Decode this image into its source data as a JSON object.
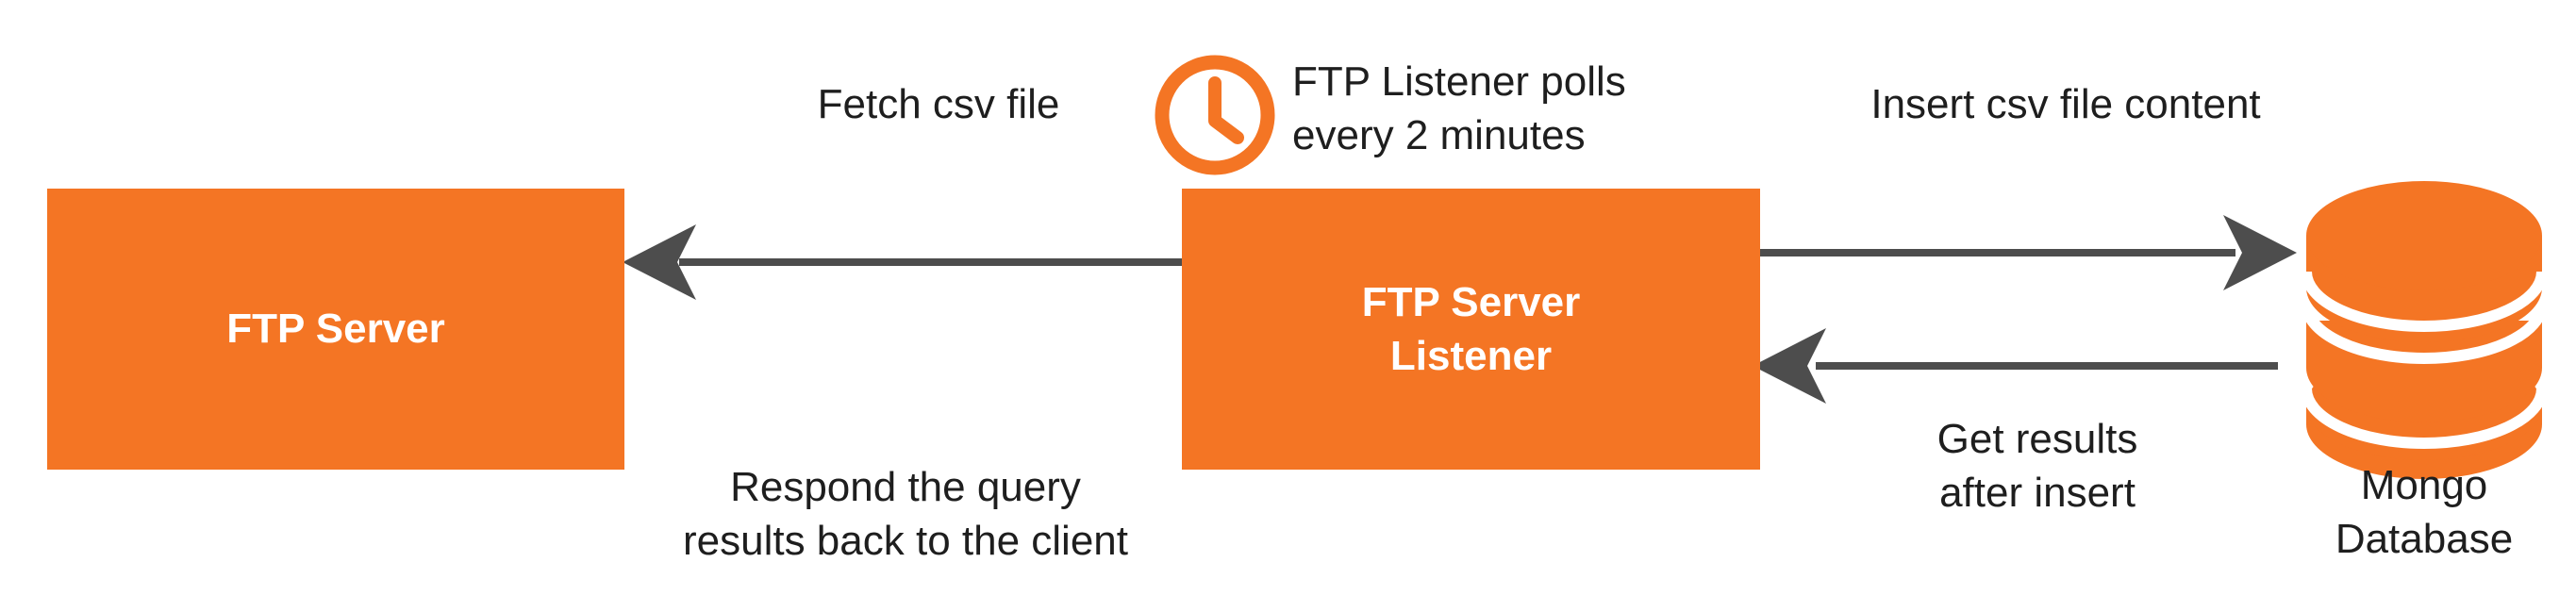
{
  "colors": {
    "accent": "#f47524",
    "arrow": "#4d4d4d",
    "text": "#1e1e1e"
  },
  "nodes": {
    "ftp_server": {
      "label": "FTP Server"
    },
    "listener": {
      "label_line1": "FTP Server",
      "label_line2": "Listener"
    },
    "database": {
      "label_line1": "Mongo",
      "label_line2": "Database",
      "icon": "database-icon"
    }
  },
  "poll_note": {
    "icon": "clock-icon",
    "line1": "FTP Listener polls",
    "line2": "every 2 minutes"
  },
  "edges": {
    "fetch": {
      "label": "Fetch csv file"
    },
    "respond": {
      "line1": "Respond the query",
      "line2": "results back to the client"
    },
    "insert": {
      "label": "Insert csv file content"
    },
    "get_results": {
      "line1": "Get results",
      "line2": "after insert"
    }
  }
}
